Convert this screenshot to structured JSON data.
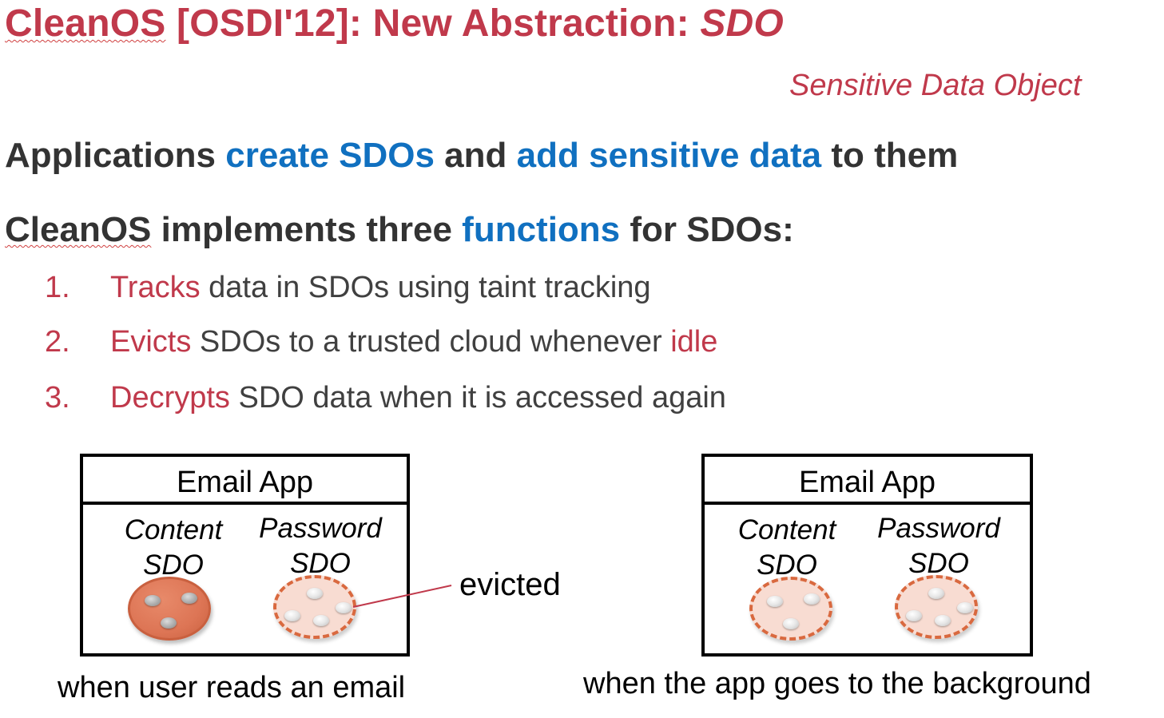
{
  "slide": {
    "title": {
      "part1": "CleanOS",
      "part2": " [OSDI'12]: New Abstraction: ",
      "part3": "SDO"
    },
    "subtitle": "Sensitive Data Object",
    "line1": {
      "t1": "Applications ",
      "t2": "create SDOs",
      "t3": " and ",
      "t4": "add sensitive data",
      "t5": " to them"
    },
    "line2": {
      "t1": "CleanOS",
      "t2": " implements three ",
      "t3": "functions",
      "t4": " for SDOs:"
    },
    "items": [
      {
        "num": "1.",
        "highlight": "Tracks",
        "rest": " data in SDOs using taint tracking"
      },
      {
        "num": "2.",
        "highlight": "Evicts",
        "rest": " SDOs to a trusted cloud whenever ",
        "highlight2": "idle"
      },
      {
        "num": "3.",
        "highlight": "Decrypts",
        "rest": " SDO data when it is accessed again"
      }
    ]
  },
  "diagram": {
    "left": {
      "app_title": "Email App",
      "content_label_1": "Content",
      "content_label_2": "SDO",
      "password_label_1": "Password",
      "password_label_2": "SDO",
      "caption": "when user reads an email"
    },
    "right": {
      "app_title": "Email App",
      "content_label_1": "Content",
      "content_label_2": "SDO",
      "password_label_1": "Password",
      "password_label_2": "SDO",
      "caption": "when the app goes to the background"
    },
    "evicted_label": "evicted"
  },
  "colors": {
    "accent_red": "#c0394b",
    "accent_blue": "#1070c0",
    "sdo_orange": "#dd7555"
  }
}
